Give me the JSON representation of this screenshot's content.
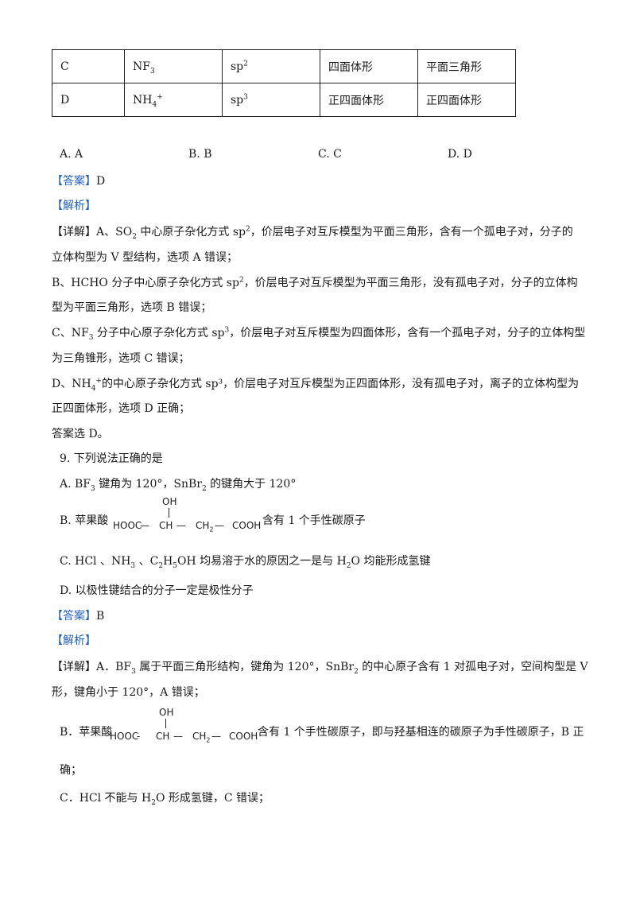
{
  "table": {
    "rows": [
      {
        "c1": "C",
        "c2": "NF",
        "c2sub": "3",
        "c2sup": "",
        "c3": "sp",
        "c3sup": "2",
        "c4": "四面体形",
        "c5": "平面三角形"
      },
      {
        "c1": "D",
        "c2": "NH",
        "c2sub": "4",
        "c2sup": "+",
        "c3": "sp",
        "c3sup": "3",
        "c4": "正四面体形",
        "c5": "正四面体形"
      }
    ]
  },
  "q8": {
    "options": [
      "A. A",
      "B. B",
      "C. C",
      "D. D"
    ],
    "answer_tag": "【答案】",
    "answer": "D",
    "analysis_tag": "【解析】",
    "detail_tag": "【详解】",
    "lines": [
      {
        "pre": "A、SO",
        "sub": "2",
        "mid": " 中心原子杂化方式 sp",
        "sup": "2",
        "post": "，价层电子对互斥模型为平面三角形，含有一个孤电子对，分子的"
      },
      {
        "pre": "立体构型为 V 型结构，选项 A 错误；",
        "sub": "",
        "mid": "",
        "sup": "",
        "post": ""
      },
      {
        "pre": "B、HCHO 分子中心原子杂化方式 sp",
        "sub": "",
        "mid": "",
        "sup": "2",
        "post": "，价层电子对互斥模型为平面三角形，没有孤电子对，分子的立体构"
      },
      {
        "pre": "型为平面三角形，选项 B 错误；",
        "sub": "",
        "mid": "",
        "sup": "",
        "post": ""
      },
      {
        "pre": "C、NF",
        "sub": "3",
        "mid": " 分子中心原子杂化方式 sp",
        "sup": "3",
        "post": "，价层电子对互斥模型为四面体形，含有一个孤电子对，分子的立体构型"
      },
      {
        "pre": "为三角锥形，选项 C 错误；",
        "sub": "",
        "mid": "",
        "sup": "",
        "post": ""
      },
      {
        "pre": "D、NH",
        "sub": "4",
        "mid": "",
        "sup": "+",
        "post": "的中心原子杂化方式 sp³，价层电子对互斥模型为正四面体形，没有孤电子对，离子的立体构型为"
      },
      {
        "pre": "正四面体形，选项 D 正确；",
        "sub": "",
        "mid": "",
        "sup": "",
        "post": ""
      },
      {
        "pre": "答案选 D。",
        "sub": "",
        "mid": "",
        "sup": "",
        "post": ""
      }
    ]
  },
  "q9": {
    "stem": "9. 下列说法正确的是",
    "optA_pre": "A. BF",
    "optA_sub1": "3",
    "optA_mid": " 键角为 120°，SnBr",
    "optA_sub2": "2",
    "optA_post": " 的键角大于 120°",
    "optB_label": "B. 苹果酸",
    "optB_post": "含有 1 个手性碳原子",
    "struct": {
      "oh": "OH",
      "left": "HOOC",
      "ch": "CH",
      "ch2": "CH",
      "ch2sub": "2",
      "right": "COOH"
    },
    "optC_pre": "C. HCl 、NH",
    "optC_sub1": "3",
    "optC_mid1": " 、C",
    "optC_sub2": "2",
    "optC_mid2": "H",
    "optC_sub3": "5",
    "optC_mid3": "OH 均易溶于水的原因之一是与 H",
    "optC_sub4": "2",
    "optC_post": "O 均能形成氢键",
    "optD": "D. 以极性键结合的分子一定是极性分子",
    "answer_tag": "【答案】",
    "answer": "B",
    "analysis_tag": "【解析】",
    "detail_tag": "【详解】",
    "d1_pre": "A．BF",
    "d1_sub1": "3",
    "d1_mid": " 属于平面三角形结构，键角为 120°，SnBr",
    "d1_sub2": "2",
    "d1_post": " 的中心原子含有 1 对孤电子对，空间构型是 V",
    "d2": "形，键角小于 120°，A 错误；",
    "d3_label": "B．苹果酸",
    "d3_post": "含有 1 个手性碳原子，即与羟基相连的碳原子为手性碳原子，B 正",
    "d4": "确；",
    "d5_pre": "C．HCl 不能与 H",
    "d5_sub": "2",
    "d5_post": "O 形成氢键，C 错误；"
  }
}
